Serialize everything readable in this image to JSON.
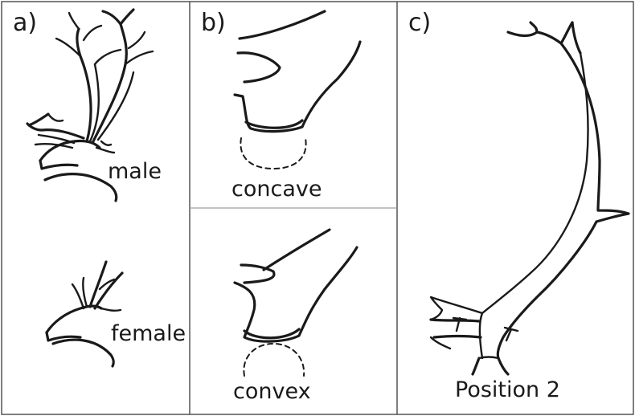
{
  "panels": {
    "a": {
      "label": "a)",
      "male": "male",
      "female": "female"
    },
    "b": {
      "label": "b)",
      "top": "concave",
      "bottom": "convex"
    },
    "c": {
      "label": "c)",
      "caption": "Position 2"
    }
  },
  "colors": {
    "ink": "#1a1a1a",
    "frame": "#555555",
    "background": "#ffffff"
  }
}
